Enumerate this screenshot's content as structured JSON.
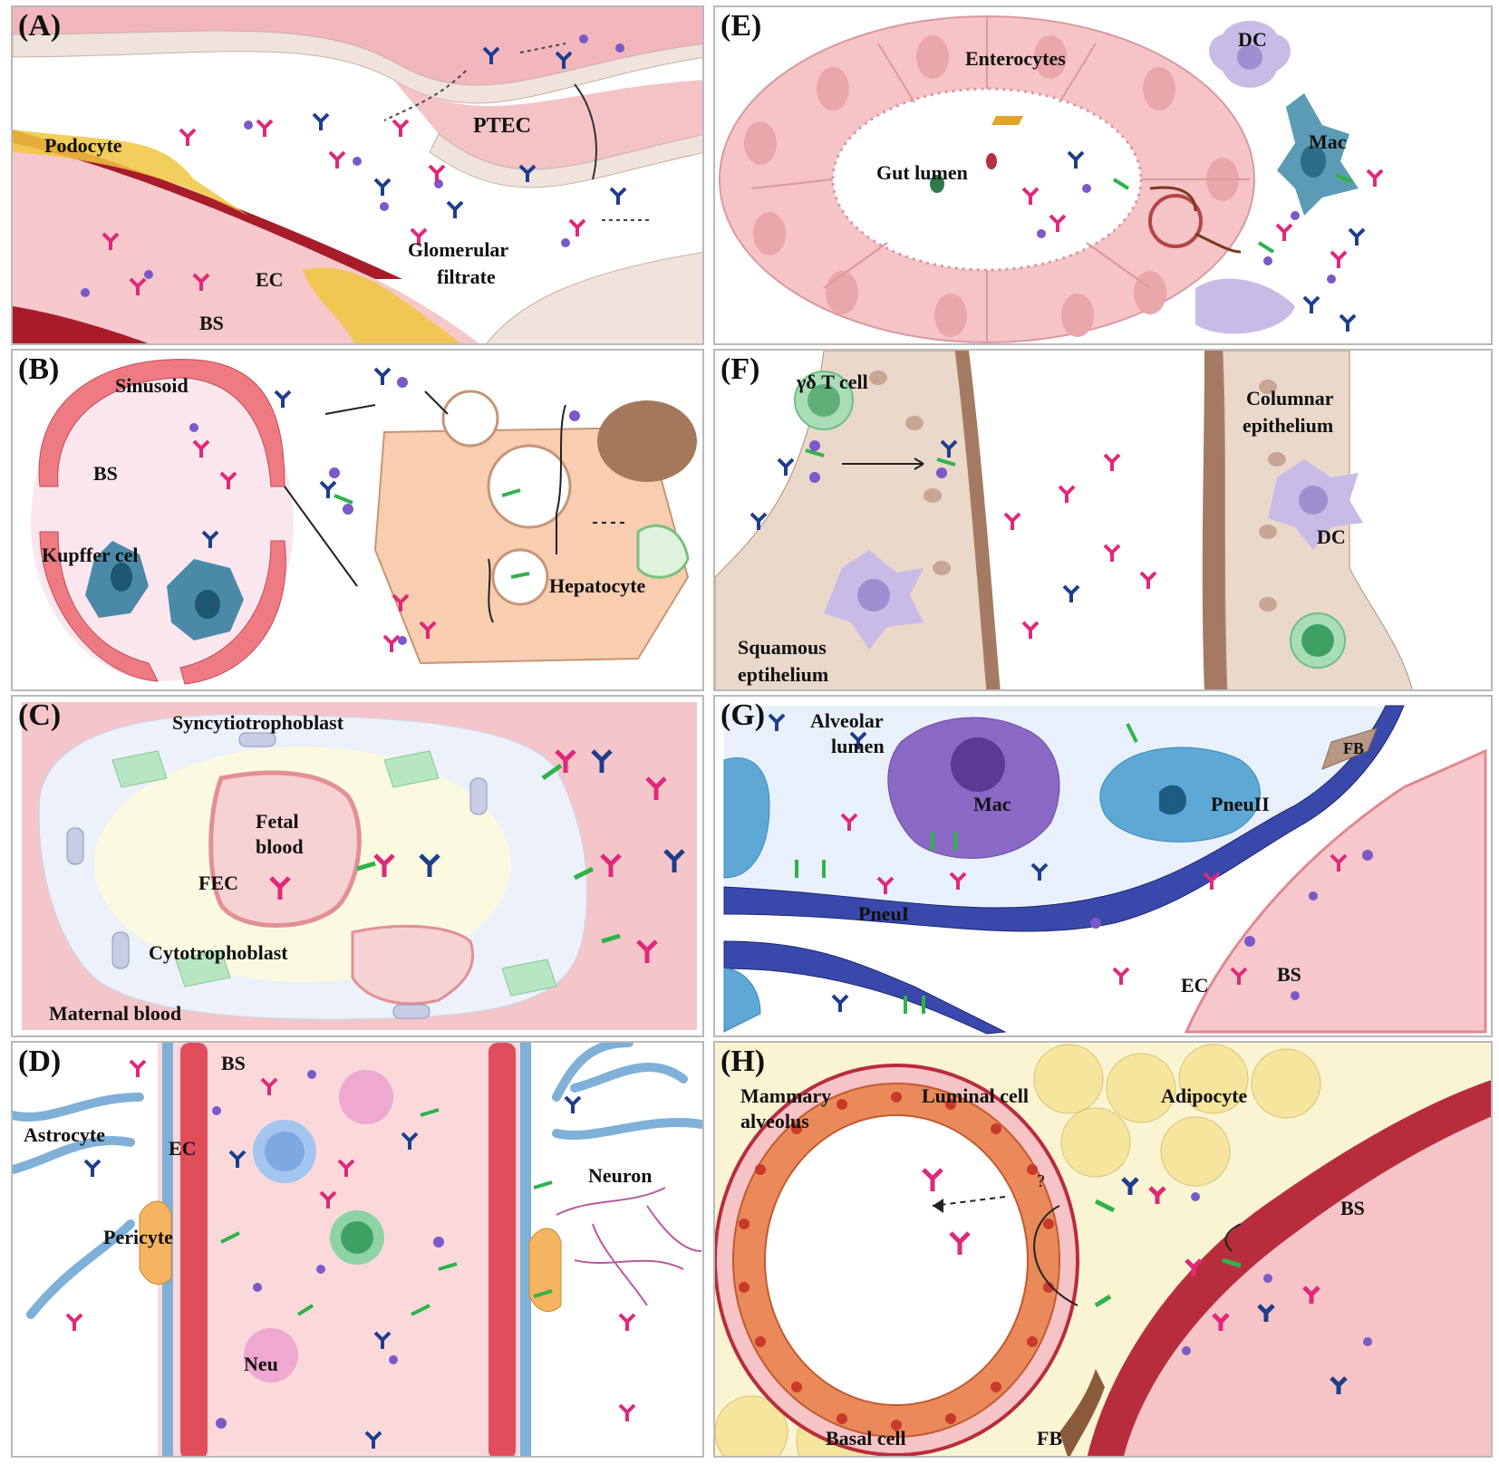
{
  "panels": {
    "A": {
      "label": "(A)",
      "texts": {
        "podocyte": "Podocyte",
        "ptec": "PTEC",
        "glomerular": "Glomerular",
        "filtrate": "filtrate",
        "ec": "EC",
        "bs": "BS"
      }
    },
    "B": {
      "label": "(B)",
      "texts": {
        "sinusoid": "Sinusoid",
        "bs": "BS",
        "kupffer": "Kupffer cel",
        "hepatocyte": "Hepatocyte"
      }
    },
    "C": {
      "label": "(C)",
      "texts": {
        "syncytio": "Syncytiotrophoblast",
        "fetal": "Fetal",
        "blood": "blood",
        "fec": "FEC",
        "cyto": "Cytotrophoblast",
        "maternal": "Maternal blood"
      }
    },
    "D": {
      "label": "(D)",
      "texts": {
        "bs": "BS",
        "astrocyte": "Astrocyte",
        "ec": "EC",
        "pericyte": "Pericyte",
        "neuron": "Neuron",
        "neu": "Neu"
      }
    },
    "E": {
      "label": "(E)",
      "texts": {
        "enterocytes": "Enterocytes",
        "dc": "DC",
        "mac": "Mac",
        "gut": "Gut lumen"
      }
    },
    "F": {
      "label": "(F)",
      "texts": {
        "gdt": "γδ T cell",
        "columnar": "Columnar",
        "epithelium": "epithelium",
        "dc": "DC",
        "squamous": "Squamous",
        "eptihelium": "eptihelium"
      }
    },
    "G": {
      "label": "(G)",
      "texts": {
        "alveolar": "Alveolar",
        "lumen": "lumen",
        "mac": "Mac",
        "pneuii": "PneuII",
        "fb": "FB",
        "pneui": "PneuI",
        "ec": "EC",
        "bs": "BS"
      }
    },
    "H": {
      "label": "(H)",
      "texts": {
        "mammary": "Mammary",
        "alveolus": "alveolus",
        "luminal": "Luminal cell",
        "adipocyte": "Adipocyte",
        "question": "?",
        "bs": "BS",
        "basal": "Basal cell",
        "fb": "FB"
      }
    }
  }
}
